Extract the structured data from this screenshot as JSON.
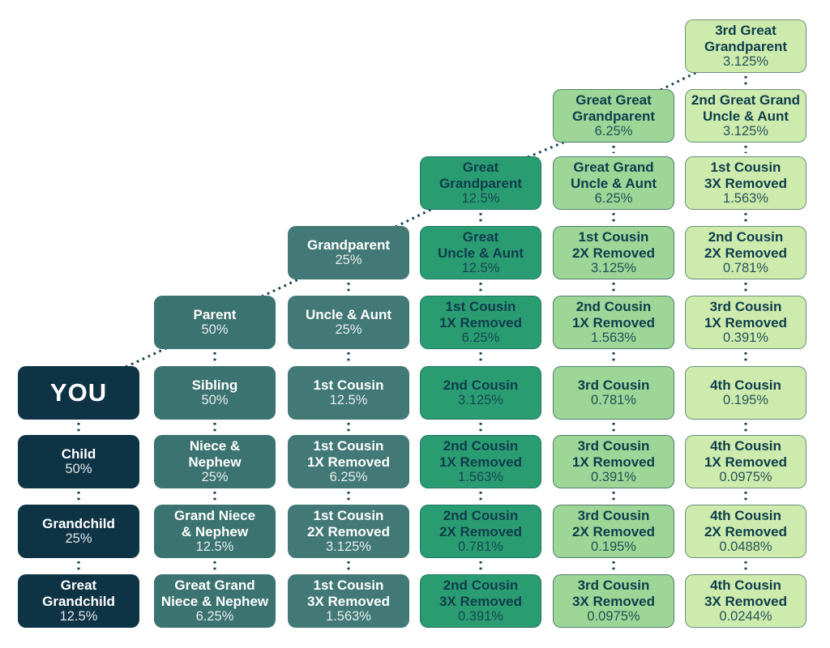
{
  "chart_title": "",
  "palette": {
    "background": "#ffffff",
    "connector_color": "#0f3c4c",
    "dark_text": "#0f3c4c",
    "light_text": "#ffffff"
  },
  "columns": [
    {
      "key": "direct-line",
      "bg": "#0e3345",
      "fg": "#ffffff",
      "border": "none"
    },
    {
      "key": "one-step",
      "bg": "#3b7370",
      "fg": "#ffffff",
      "border": "none"
    },
    {
      "key": "first-cousins",
      "bg": "#427976",
      "fg": "#ffffff",
      "border": "none"
    },
    {
      "key": "second-cousins",
      "bg": "#2a9c72",
      "fg": "#0f3c4c",
      "border": "1.5px solid rgba(13,52,69,0.35)"
    },
    {
      "key": "third-cousins",
      "bg": "#9dd697",
      "fg": "#0f3c4c",
      "border": "1.5px solid rgba(13,52,69,0.55)"
    },
    {
      "key": "fourth-cousins",
      "bg": "#cdebad",
      "fg": "#0f3c4c",
      "border": "1.5px solid rgba(13,52,69,0.5)"
    }
  ],
  "cells": [
    {
      "col": 1,
      "row": 6,
      "name": "YOU",
      "pct": "",
      "emphasis": true
    },
    {
      "col": 1,
      "row": 7,
      "name": "Child",
      "pct": "50%"
    },
    {
      "col": 1,
      "row": 8,
      "name": "Grandchild",
      "pct": "25%"
    },
    {
      "col": 1,
      "row": 9,
      "name": "Great\nGrandchild",
      "pct": "12.5%"
    },
    {
      "col": 2,
      "row": 5,
      "name": "Parent",
      "pct": "50%"
    },
    {
      "col": 2,
      "row": 6,
      "name": "Sibling",
      "pct": "50%"
    },
    {
      "col": 2,
      "row": 7,
      "name": "Niece &\nNephew",
      "pct": "25%"
    },
    {
      "col": 2,
      "row": 8,
      "name": "Grand Niece\n& Nephew",
      "pct": "12.5%"
    },
    {
      "col": 2,
      "row": 9,
      "name": "Great Grand\nNiece & Nephew",
      "pct": "6.25%"
    },
    {
      "col": 3,
      "row": 4,
      "name": "Grandparent",
      "pct": "25%"
    },
    {
      "col": 3,
      "row": 5,
      "name": "Uncle & Aunt",
      "pct": "25%"
    },
    {
      "col": 3,
      "row": 6,
      "name": "1st Cousin",
      "pct": "12.5%"
    },
    {
      "col": 3,
      "row": 7,
      "name": "1st Cousin\n1X Removed",
      "pct": "6.25%"
    },
    {
      "col": 3,
      "row": 8,
      "name": "1st Cousin\n2X Removed",
      "pct": "3.125%"
    },
    {
      "col": 3,
      "row": 9,
      "name": "1st Cousin\n3X Removed",
      "pct": "1.563%"
    },
    {
      "col": 4,
      "row": 3,
      "name": "Great\nGrandparent",
      "pct": "12.5%"
    },
    {
      "col": 4,
      "row": 4,
      "name": "Great\nUncle & Aunt",
      "pct": "12.5%"
    },
    {
      "col": 4,
      "row": 5,
      "name": "1st Cousin\n1X Removed",
      "pct": "6.25%"
    },
    {
      "col": 4,
      "row": 6,
      "name": "2nd Cousin",
      "pct": "3.125%"
    },
    {
      "col": 4,
      "row": 7,
      "name": "2nd Cousin\n1X Removed",
      "pct": "1.563%"
    },
    {
      "col": 4,
      "row": 8,
      "name": "2nd Cousin\n2X Removed",
      "pct": "0.781%"
    },
    {
      "col": 4,
      "row": 9,
      "name": "2nd Cousin\n3X Removed",
      "pct": "0.391%"
    },
    {
      "col": 5,
      "row": 2,
      "name": "Great Great\nGrandparent",
      "pct": "6.25%"
    },
    {
      "col": 5,
      "row": 3,
      "name": "Great Grand\nUncle & Aunt",
      "pct": "6.25%"
    },
    {
      "col": 5,
      "row": 4,
      "name": "1st Cousin\n2X Removed",
      "pct": "3.125%"
    },
    {
      "col": 5,
      "row": 5,
      "name": "2nd Cousin\n1X Removed",
      "pct": "1.563%"
    },
    {
      "col": 5,
      "row": 6,
      "name": "3rd Cousin",
      "pct": "0.781%"
    },
    {
      "col": 5,
      "row": 7,
      "name": "3rd Cousin\n1X Removed",
      "pct": "0.391%"
    },
    {
      "col": 5,
      "row": 8,
      "name": "3rd Cousin\n2X Removed",
      "pct": "0.195%"
    },
    {
      "col": 5,
      "row": 9,
      "name": "3rd Cousin\n3X Removed",
      "pct": "0.0975%"
    },
    {
      "col": 6,
      "row": 1,
      "name": "3rd Great\nGrandparent",
      "pct": "3.125%"
    },
    {
      "col": 6,
      "row": 2,
      "name": "2nd Great Grand\nUncle & Aunt",
      "pct": "3.125%"
    },
    {
      "col": 6,
      "row": 3,
      "name": "1st Cousin\n3X Removed",
      "pct": "1.563%"
    },
    {
      "col": 6,
      "row": 4,
      "name": "2nd Cousin\n2X Removed",
      "pct": "0.781%"
    },
    {
      "col": 6,
      "row": 5,
      "name": "3rd Cousin\n1X Removed",
      "pct": "0.391%"
    },
    {
      "col": 6,
      "row": 6,
      "name": "4th Cousin",
      "pct": "0.195%"
    },
    {
      "col": 6,
      "row": 7,
      "name": "4th Cousin\n1X Removed",
      "pct": "0.0975%"
    },
    {
      "col": 6,
      "row": 8,
      "name": "4th Cousin\n2X Removed",
      "pct": "0.0488%"
    },
    {
      "col": 6,
      "row": 9,
      "name": "4th Cousin\n3X Removed",
      "pct": "0.0244%"
    }
  ]
}
